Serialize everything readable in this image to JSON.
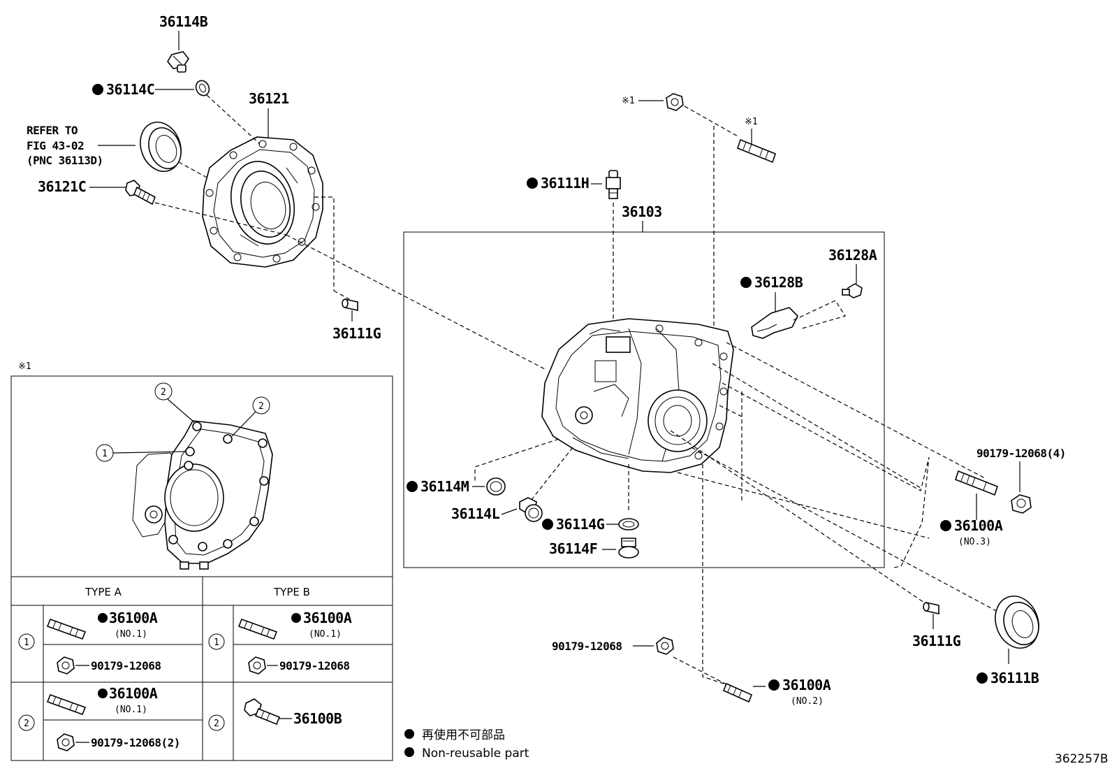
{
  "parts": {
    "p36114B": "36114B",
    "p36114C": "36114C",
    "p36121": "36121",
    "refer_line1": "REFER TO",
    "refer_line2": "FIG 43-02",
    "refer_line3": "(PNC 36113D)",
    "p36121C": "36121C",
    "p36111G_top": "36111G",
    "x1_top": "※1",
    "x1_stud": "※1",
    "p36111H": "36111H",
    "p36103": "36103",
    "p36128A": "36128A",
    "p36128B": "36128B",
    "p90179_4": "90179-12068(4)",
    "p36100A_no3": "36100A",
    "no3": "(NO.3)",
    "p36114M": "36114M",
    "p36114L": "36114L",
    "p36114G": "36114G",
    "p36114F": "36114F",
    "p36111G_bottom": "36111G",
    "p36111B": "36111B",
    "p90179_mid": "90179-12068",
    "p36100A_no2": "36100A",
    "no2": "(NO.2)"
  },
  "inset": {
    "marker": "※1",
    "callout_1": "1",
    "callout_2": "2",
    "type_a": "TYPE A",
    "type_b": "TYPE B",
    "row1_num": "1",
    "row2_num": "2",
    "a1_stud": "36100A",
    "a1_stud_no": "(NO.1)",
    "a1_nut": "90179-12068",
    "a2_stud": "36100A",
    "a2_stud_no": "(NO.1)",
    "a2_nut": "90179-12068(2)",
    "b1_stud": "36100A",
    "b1_stud_no": "(NO.1)",
    "b1_nut": "90179-12068",
    "b2_bolt": "36100B"
  },
  "legend": {
    "jp": "再使用不可部品",
    "en": "Non-reusable part"
  },
  "figure_id": "362257B"
}
